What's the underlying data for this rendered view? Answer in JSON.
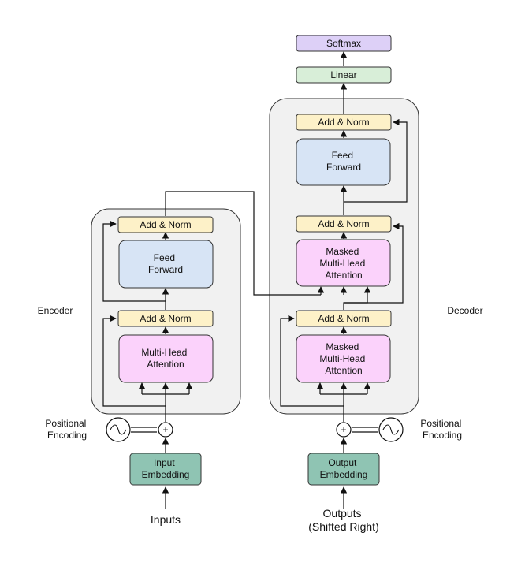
{
  "top": {
    "softmax": "Softmax",
    "linear": "Linear"
  },
  "encoder": {
    "label": "Encoder",
    "add_norm_top": "Add & Norm",
    "feed_forward": [
      "Feed",
      "Forward"
    ],
    "add_norm_bottom": "Add & Norm",
    "attention": [
      "Multi-Head",
      "Attention"
    ],
    "positional_encoding": [
      "Positional",
      "Encoding"
    ],
    "embedding": [
      "Input",
      "Embedding"
    ],
    "input_label": "Inputs"
  },
  "decoder": {
    "label": "Decoder",
    "add_norm_top": "Add & Norm",
    "feed_forward": [
      "Feed",
      "Forward"
    ],
    "add_norm_middle": "Add & Norm",
    "cross_attention": [
      "Masked",
      "Multi-Head",
      "Attention"
    ],
    "add_norm_bottom": "Add & Norm",
    "self_attention": [
      "Masked",
      "Multi-Head",
      "Attention"
    ],
    "positional_encoding": [
      "Positional",
      "Encoding"
    ],
    "embedding": [
      "Output",
      "Embedding"
    ],
    "output_label": [
      "Outputs",
      "(Shifted Right)"
    ]
  },
  "symbols": {
    "plus": "+"
  },
  "colors": {
    "add_norm": "#fdf1c8",
    "feed_forward": "#d7e4f5",
    "attention": "#fbd2fb",
    "embedding": "#8fc4b3",
    "linear": "#d8eed8",
    "softmax": "#ddd0f7",
    "stack": "#f1f1f1"
  }
}
